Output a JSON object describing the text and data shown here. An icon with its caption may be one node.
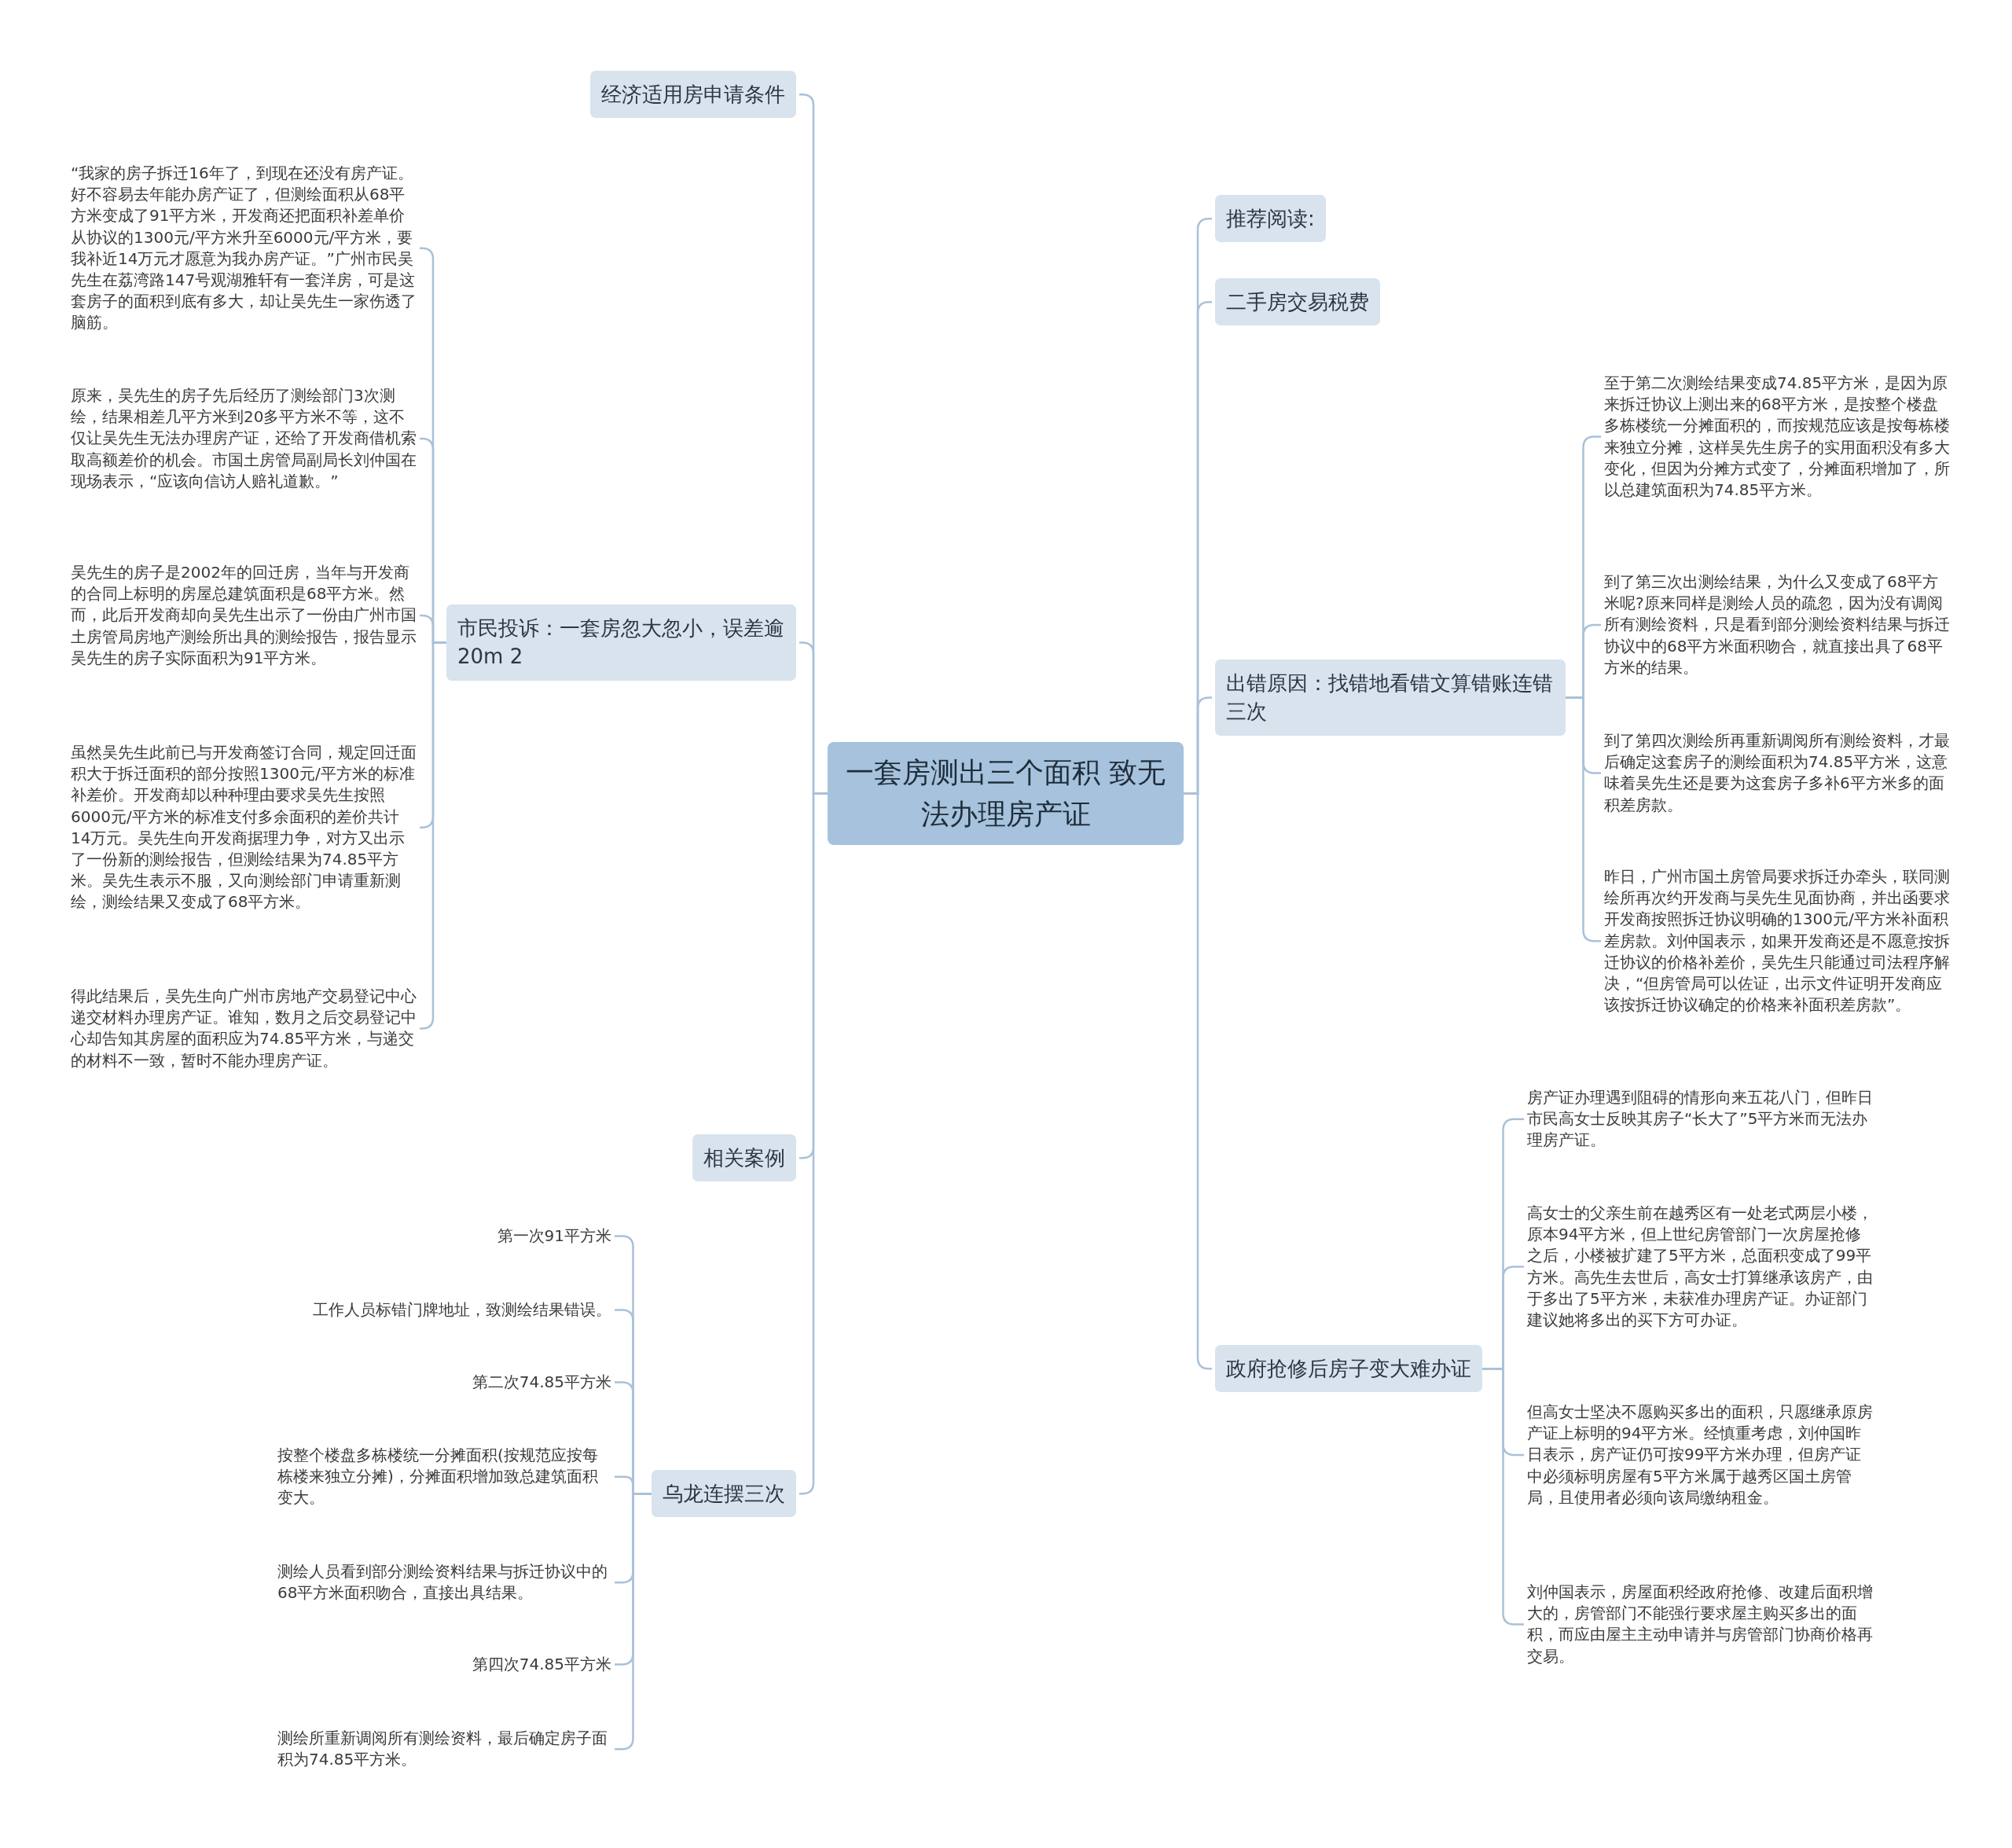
{
  "diagram": {
    "nodes": [
      {
        "text": [
          "一套房测出三个面积 致无法办理房产证"
        ]
      },
      {
        "text": [
          "经济适用房申请条件"
        ]
      },
      {
        "text": [
          "市民投诉：一套房忽大忽小，误差逾20m 2"
        ]
      },
      {
        "text": [
          "“我家的房子拆迁16年了，到现在还没有房产证。好不容易去年能办房产证了，但测绘面积从68平方米变成了91平方米，开发商还把面积补差单价从协议的1300元/平方米升至6000元/平方米，要我补近14万元才愿意为我办房产证。”广州市民吴先生在荔湾路147号观湖雅轩有一套洋房，可是这套房子的面积到底有多大，却让吴先生一家伤透了脑筋。"
        ]
      },
      {
        "text": [
          "原来，吴先生的房子先后经历了测绘部门3次测绘，结果相差几平方米到20多平方米不等，这不仅让吴先生无法办理房产证，还给了开发商借机索取高额差价的机会。市国土房管局副局长刘仲国在现场表示，“应该向信访人赔礼道歉。”"
        ]
      },
      {
        "text": [
          "吴先生的房子是2002年的回迁房，当年与开发商的合同上标明的房屋总建筑面积是68平方米。然而，此后开发商却向吴先生出示了一份由广州市国土房管局房地产测绘所出具的测绘报告，报告显示吴先生的房子实际面积为91平方米。"
        ]
      },
      {
        "text": [
          "虽然吴先生此前已与开发商签订合同，规定回迁面积大于拆迁面积的部分按照1300元/平方米的标准补差价。开发商却以种种理由要求吴先生按照6000元/平方米的标准支付多余面积的差价共计14万元。吴先生向开发商据理力争，对方又出示了一份新的测绘报告，但测绘结果为74.85平方米。吴先生表示不服，又向测绘部门申请重新测绘，测绘结果又变成了68平方米。"
        ]
      },
      {
        "text": [
          "得此结果后，吴先生向广州市房地产交易登记中心递交材料办理房产证。谁知，数月之后交易登记中心却告知其房屋的面积应为74.85平方米，与递交的材料不一致，暂时不能办理房产证。"
        ]
      },
      {
        "text": [
          "相关案例"
        ]
      },
      {
        "text": [
          "乌龙连摆三次"
        ]
      },
      {
        "text": [
          "第一次91平方米"
        ]
      },
      {
        "text": [
          "工作人员标错门牌地址，致测绘结果错误。"
        ]
      },
      {
        "text": [
          "第二次74.85平方米"
        ]
      },
      {
        "text": [
          "按整个楼盘多栋楼统一分摊面积(按规范应按每栋楼来独立分摊)，分摊面积增加致总建筑面积变大。"
        ]
      },
      {
        "text": [
          "测绘人员看到部分测绘资料结果与拆迁协议中的68平方米面积吻合，直接出具结果。"
        ]
      },
      {
        "text": [
          "第四次74.85平方米"
        ]
      },
      {
        "text": [
          "测绘所重新调阅所有测绘资料，最后确定房子面积为74.85平方米。"
        ]
      },
      {
        "text": [
          "推荐阅读:"
        ]
      },
      {
        "text": [
          "二手房交易税费"
        ]
      },
      {
        "text": [
          "出错原因：找错地看错文算错账连错三次"
        ]
      },
      {
        "text": [
          "至于第二次测绘结果变成74.85平方米，是因为原来拆迁协议上测出来的68平方米，是按整个楼盘多栋楼统一分摊面积的，而按规范应该是按每栋楼来独立分摊，这样吴先生房子的实用面积没有多大变化，但因为分摊方式变了，分摊面积增加了，所以总建筑面积为74.85平方米。"
        ]
      },
      {
        "text": [
          "到了第三次出测绘结果，为什么又变成了68平方米呢?原来同样是测绘人员的疏忽，因为没有调阅所有测绘资料，只是看到部分测绘资料结果与拆迁协议中的68平方米面积吻合，就直接出具了68平方米的结果。"
        ]
      },
      {
        "text": [
          "到了第四次测绘所再重新调阅所有测绘资料，才最后确定这套房子的测绘面积为74.85平方米，这意味着吴先生还是要为这套房子多补6平方米多的面积差房款。"
        ]
      },
      {
        "text": [
          "昨日，广州市国土房管局要求拆迁办牵头，联同测绘所再次约开发商与吴先生见面协商，并出函要求开发商按照拆迁协议明确的1300元/平方米补面积差房款。刘仲国表示，如果开发商还是不愿意按拆迁协议的价格补差价，吴先生只能通过司法程序解决，“但房管局可以佐证，出示文件证明开发商应该按拆迁协议确定的价格来补面积差房款”。"
        ]
      },
      {
        "text": [
          "政府抢修后房子变大难办证"
        ]
      },
      {
        "text": [
          "房产证办理遇到阻碍的情形向来五花八门，但昨日市民高女士反映其房子“长大了”5平方米而无法办理房产证。"
        ]
      },
      {
        "text": [
          "高女士的父亲生前在越秀区有一处老式两层小楼，原本94平方米，但上世纪房管部门一次房屋抢修之后，小楼被扩建了5平方米，总面积变成了99平方米。高先生去世后，高女士打算继承该房产，由于多出了5平方米，未获准办理房产证。办证部门建议她将多出的买下方可办证。"
        ]
      },
      {
        "text": [
          "但高女士坚决不愿购买多出的面积，只愿继承原房产证上标明的94平方米。经慎重考虑，刘仲国昨日表示，房产证仍可按99平方米办理，但房产证中必须标明房屋有5平方米属于越秀区国土房管局，且使用者必须向该局缴纳租金。"
        ]
      },
      {
        "text": [
          "刘仲国表示，房屋面积经政府抢修、改建后面积增大的，房管部门不能强行要求屋主购买多出的面积，而应由屋主主动申请并与房管部门协商价格再交易。"
        ]
      }
    ],
    "edges": [
      {
        "from": 0,
        "to": 1,
        "arrow": "none"
      },
      {
        "from": 0,
        "to": 2,
        "arrow": "none"
      },
      {
        "from": 2,
        "to": 3,
        "arrow": "none"
      },
      {
        "from": 2,
        "to": 4,
        "arrow": "none"
      },
      {
        "from": 2,
        "to": 5,
        "arrow": "none"
      },
      {
        "from": 2,
        "to": 6,
        "arrow": "none"
      },
      {
        "from": 2,
        "to": 7,
        "arrow": "none"
      },
      {
        "from": 0,
        "to": 8,
        "arrow": "none"
      },
      {
        "from": 0,
        "to": 9,
        "arrow": "none"
      },
      {
        "from": 9,
        "to": 10,
        "arrow": "none"
      },
      {
        "from": 9,
        "to": 11,
        "arrow": "none"
      },
      {
        "from": 9,
        "to": 12,
        "arrow": "none"
      },
      {
        "from": 9,
        "to": 13,
        "arrow": "none"
      },
      {
        "from": 9,
        "to": 14,
        "arrow": "none"
      },
      {
        "from": 9,
        "to": 15,
        "arrow": "none"
      },
      {
        "from": 9,
        "to": 16,
        "arrow": "none"
      },
      {
        "from": 0,
        "to": 17,
        "arrow": "none"
      },
      {
        "from": 0,
        "to": 18,
        "arrow": "none"
      },
      {
        "from": 0,
        "to": 19,
        "arrow": "none"
      },
      {
        "from": 19,
        "to": 20,
        "arrow": "none"
      },
      {
        "from": 19,
        "to": 21,
        "arrow": "none"
      },
      {
        "from": 19,
        "to": 22,
        "arrow": "none"
      },
      {
        "from": 19,
        "to": 23,
        "arrow": "none"
      },
      {
        "from": 0,
        "to": 24,
        "arrow": "none"
      },
      {
        "from": 24,
        "to": 25,
        "arrow": "none"
      },
      {
        "from": 24,
        "to": 26,
        "arrow": "none"
      },
      {
        "from": 24,
        "to": 27,
        "arrow": "none"
      },
      {
        "from": 24,
        "to": 28,
        "arrow": "none"
      }
    ]
  }
}
